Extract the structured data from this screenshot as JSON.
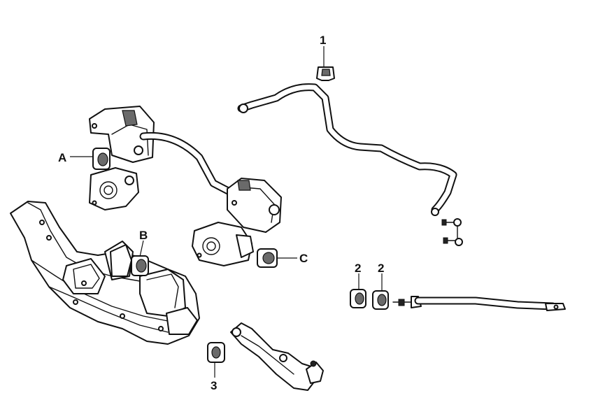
{
  "callouts": {
    "part_1": "1",
    "part_2_left": "2",
    "part_2_right": "2",
    "part_3": "3",
    "bushing_a": "A",
    "bushing_b": "B",
    "bushing_c": "C"
  },
  "colors": {
    "line": "#111111",
    "background": "#ffffff",
    "shade": "#6a6a6a"
  }
}
